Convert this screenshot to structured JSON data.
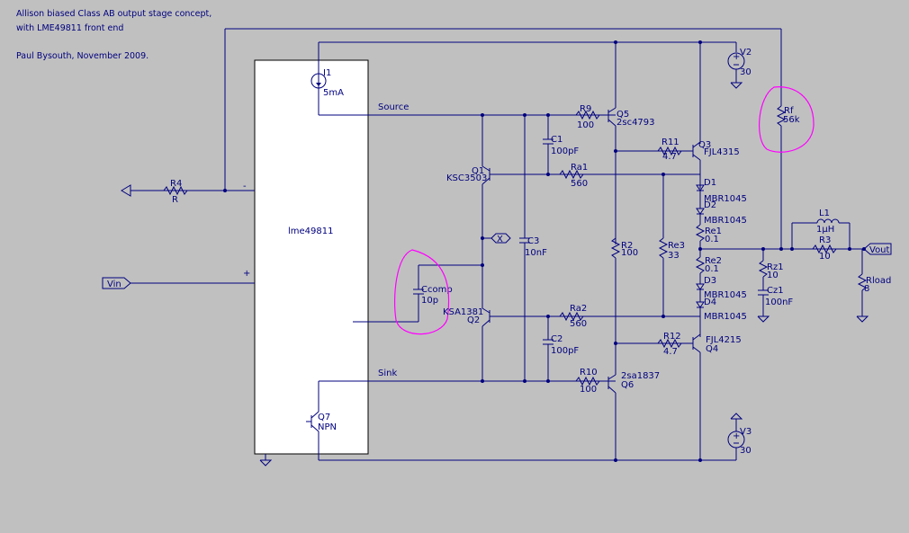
{
  "header": {
    "line1": "Allison biased Class AB output stage concept,",
    "line2": "with LME49811 front end",
    "line3": "Paul Bysouth,  November 2009."
  },
  "ic": {
    "name": "lme49811",
    "pin_minus": "-",
    "pin_plus": "+"
  },
  "i1": {
    "ref": "I1",
    "value": "5mA"
  },
  "q7": {
    "ref": "Q7",
    "value": "NPN"
  },
  "nets": {
    "source": "Source",
    "sink": "Sink",
    "x": "X",
    "vin": "Vin",
    "vout": "Vout"
  },
  "r4": {
    "ref": "R4",
    "value": "R"
  },
  "ccomp": {
    "ref": "Ccomp",
    "value": "10p"
  },
  "q1": {
    "ref": "Q1",
    "value": "KSC3503"
  },
  "q2": {
    "ref": "Q2",
    "value": "KSA1381"
  },
  "c3": {
    "ref": "C3",
    "value": "10nF"
  },
  "r9": {
    "ref": "R9",
    "value": "100"
  },
  "r10": {
    "ref": "R10",
    "value": "100"
  },
  "c1": {
    "ref": "C1",
    "value": "100pF"
  },
  "c2": {
    "ref": "C2",
    "value": "100pF"
  },
  "ra1": {
    "ref": "Ra1",
    "value": "560"
  },
  "ra2": {
    "ref": "Ra2",
    "value": "560"
  },
  "q5": {
    "ref": "Q5",
    "value": "2sc4793"
  },
  "q6": {
    "ref": "Q6",
    "value": "2sa1837"
  },
  "r2": {
    "ref": "R2",
    "value": "100"
  },
  "r11": {
    "ref": "R11",
    "value": "4.7"
  },
  "r12": {
    "ref": "R12",
    "value": "4.7"
  },
  "q3": {
    "ref": "Q3",
    "value": "FJL4315"
  },
  "q4": {
    "ref": "Q4",
    "value": "FJL4215"
  },
  "re3": {
    "ref": "Re3",
    "value": "33"
  },
  "d1": {
    "ref": "D1",
    "value": "MBR1045"
  },
  "d2": {
    "ref": "D2",
    "value": "MBR1045"
  },
  "d3": {
    "ref": "D3",
    "value": "MBR1045"
  },
  "d4": {
    "ref": "D4",
    "value": "MBR1045"
  },
  "re1": {
    "ref": "Re1",
    "value": "0.1"
  },
  "re2": {
    "ref": "Re2",
    "value": "0.1"
  },
  "v2": {
    "ref": "V2",
    "value": "30"
  },
  "v3": {
    "ref": "V3",
    "value": "30"
  },
  "rf": {
    "ref": "Rf",
    "value": "56k"
  },
  "rz1": {
    "ref": "Rz1",
    "value": "10"
  },
  "cz1": {
    "ref": "Cz1",
    "value": "100nF"
  },
  "l1": {
    "ref": "L1",
    "value": "1µH"
  },
  "r3": {
    "ref": "R3",
    "value": "10"
  },
  "rload": {
    "ref": "Rload",
    "value": "8"
  },
  "colors": {
    "background": "#c0c0c0",
    "wire": "#00007f",
    "annotation": "#ff00ff",
    "component_body": "#ffffff"
  }
}
